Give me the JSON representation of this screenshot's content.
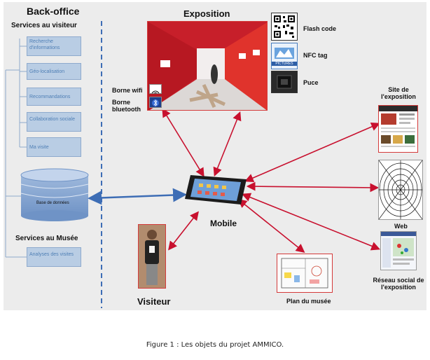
{
  "backoffice": {
    "title": "Back-office",
    "visitor_services_title": "Services au visiteur",
    "visitor_services": [
      "Recherche d'informations",
      "Géo-localisation",
      "Recommandations",
      "Collaboration sociale",
      "Ma visite"
    ],
    "database_label": "Base de données",
    "museum_services_title": "Services au Musée",
    "museum_services": [
      "Analyses des visites"
    ]
  },
  "exposition": {
    "title": "Exposition",
    "tags": [
      "Flash code",
      "NFC tag",
      "Puce"
    ],
    "nfc_badge": "PICTURES",
    "bornes": [
      "Borne wifi",
      "Borne bluetooth"
    ]
  },
  "center": {
    "mobile_label": "Mobile",
    "visitor_label": "Visiteur",
    "plan_label": "Plan du musée"
  },
  "right": {
    "site_label": "Site de l'exposition",
    "web_label": "Web",
    "social_label": "Réseau social de l'exposition"
  },
  "caption": "Figure 1 : Les objets du projet AMMICO.",
  "colors": {
    "panel": "#ececec",
    "service_box": "#b9cde4",
    "service_text": "#4f7fb5",
    "arrow_red": "#c8102e",
    "arrow_blue": "#3d6db5",
    "frame_red": "#d43a3a"
  }
}
